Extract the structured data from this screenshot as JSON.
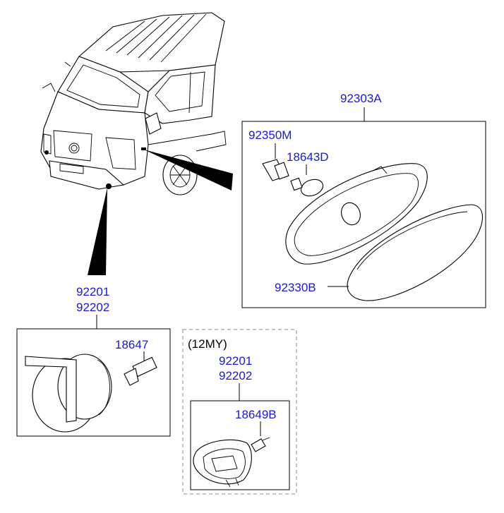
{
  "parts": {
    "assembly_right": "92303A",
    "bulb_holder": "92350M",
    "bulb_side": "18643D",
    "lens": "92330B",
    "fog_lamp_lh": "92201",
    "fog_lamp_rh": "92202",
    "fog_bulb": "18647",
    "variant_note": "(12MY)",
    "fog_lamp_lh_12my": "92201",
    "fog_lamp_rh_12my": "92202",
    "fog_bulb_12my": "18649B"
  },
  "colors": {
    "label": "#1a1acc",
    "line": "#000000",
    "dashed_frame": "#888888"
  }
}
